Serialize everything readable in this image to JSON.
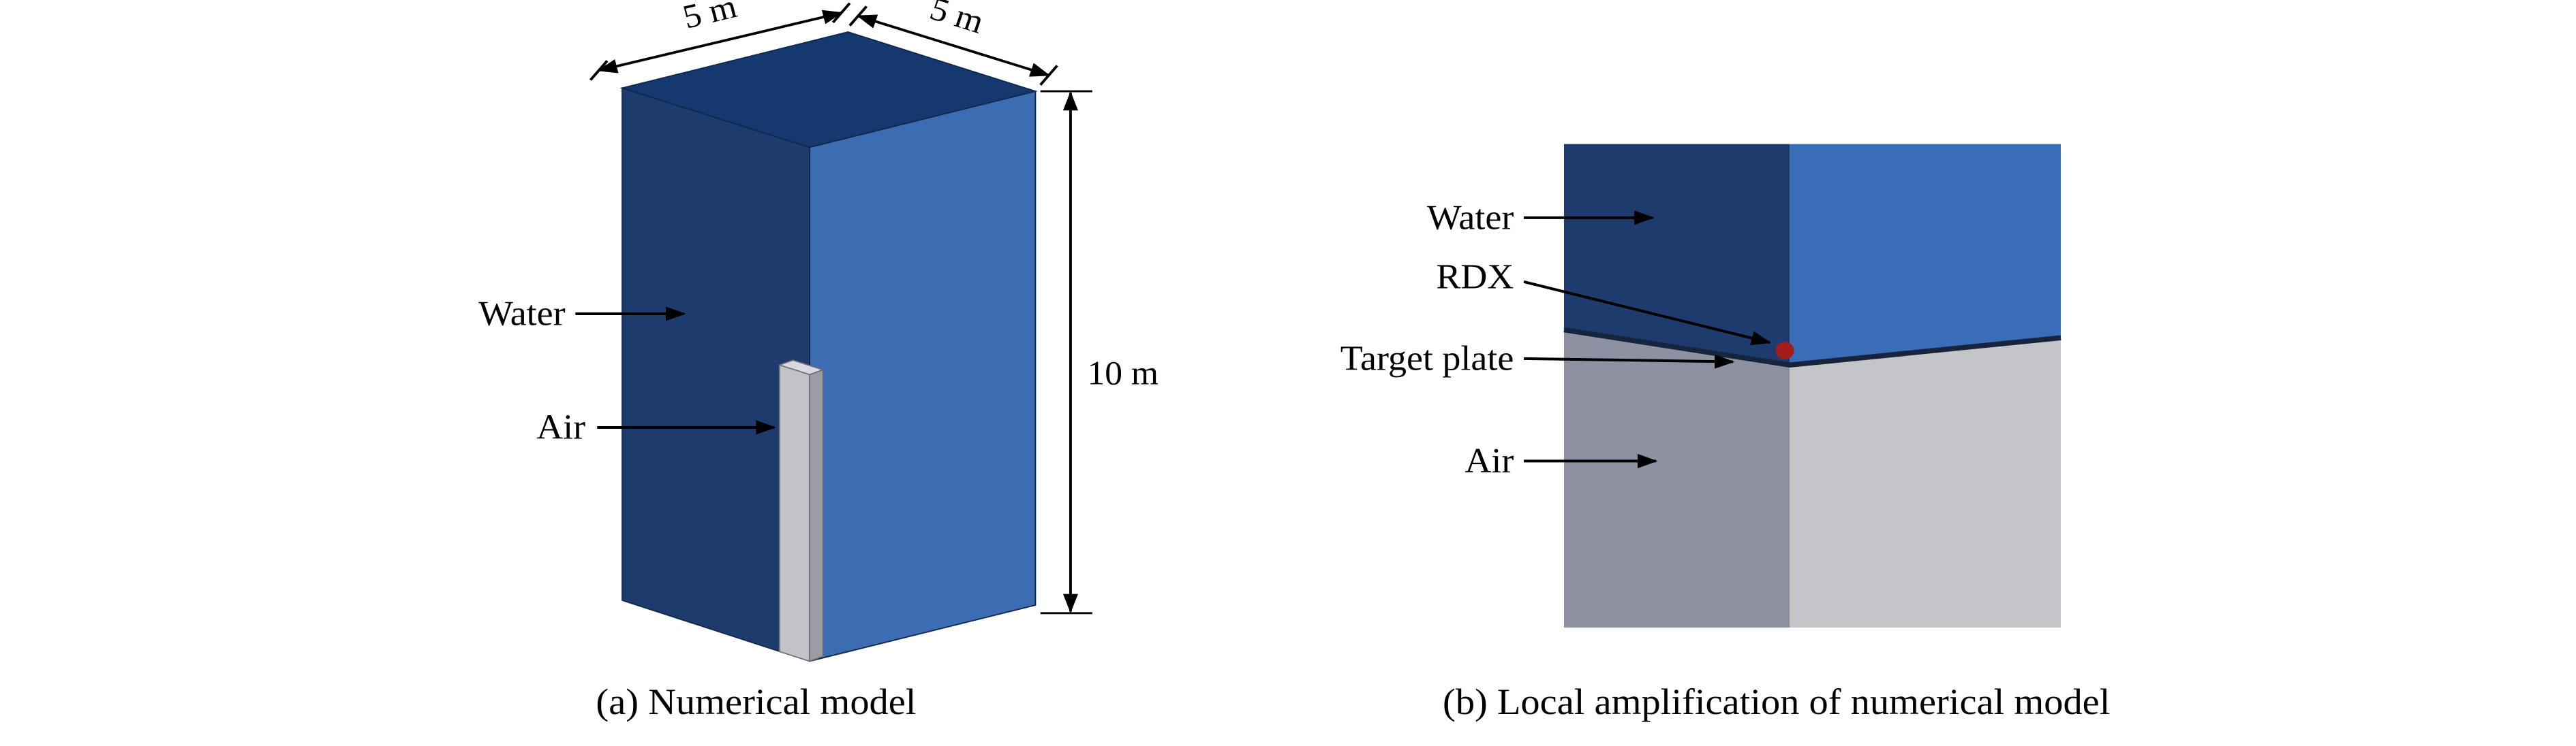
{
  "panel_a": {
    "caption": "(a) Numerical model",
    "labels": {
      "water": "Water",
      "air": "Air"
    },
    "dims": {
      "top_left": "5 m",
      "top_right": "5 m",
      "height": "10 m"
    },
    "colors": {
      "top_face": "#15386e",
      "left_face": "#1d3c6d",
      "right_face": "#3c6cb2",
      "air_strip": "#c2c3c8",
      "air_strip_side": "#9b9ca4",
      "air_strip_top": "#d9dadf"
    }
  },
  "panel_b": {
    "caption": "(b) Local amplification of numerical model",
    "labels": {
      "water": "Water",
      "rdx": "RDX",
      "target_plate": "Target plate",
      "air": "Air"
    },
    "colors": {
      "water_left": "#1d3c6d",
      "water_right": "#3a6db8",
      "air_left": "#8e91a1",
      "air_right": "#c4c5c8",
      "plate": "#16243d",
      "rdx_dot": "#a31c1c"
    }
  }
}
